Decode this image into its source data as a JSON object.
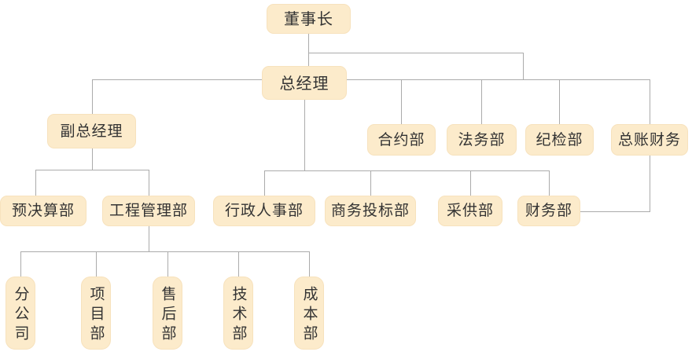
{
  "diagram_type": "org-chart",
  "colors": {
    "node_fill": "#fcebcb",
    "node_border": "#f7e2bd",
    "connector_line": "#ababab",
    "text": "#333333",
    "background": "#ffffff"
  },
  "nodes": {
    "chairman": "董事长",
    "general_manager": "总经理",
    "deputy_general_manager": "副总经理",
    "contract_dept": "合约部",
    "legal_dept": "法务部",
    "discipline_inspection_dept": "纪检部",
    "general_ledger_finance": "总账财务",
    "budget_final_accounts_dept": "预决算部",
    "engineering_management_dept": "工程管理部",
    "admin_hr_dept": "行政人事部",
    "business_bidding_dept": "商务投标部",
    "procurement_supply_dept": "采供部",
    "finance_dept": "财务部",
    "branch_company": "分公司",
    "project_dept": "项目部",
    "after_sales_dept": "售后部",
    "technology_dept": "技术部",
    "cost_dept": "成本部"
  },
  "hierarchy": [
    {
      "parent": "董事长",
      "children": [
        "总经理"
      ]
    },
    {
      "parent": "总经理",
      "children": [
        "副总经理",
        "合约部",
        "法务部",
        "纪检部",
        "总账财务",
        "行政人事部",
        "商务投标部",
        "采供部",
        "财务部"
      ]
    },
    {
      "parent": "副总经理",
      "children": [
        "预决算部",
        "工程管理部"
      ]
    },
    {
      "parent": "总账财务",
      "children": [
        "财务部"
      ]
    },
    {
      "parent": "工程管理部",
      "children": [
        "分公司",
        "项目部",
        "售后部",
        "技术部",
        "成本部"
      ]
    }
  ]
}
